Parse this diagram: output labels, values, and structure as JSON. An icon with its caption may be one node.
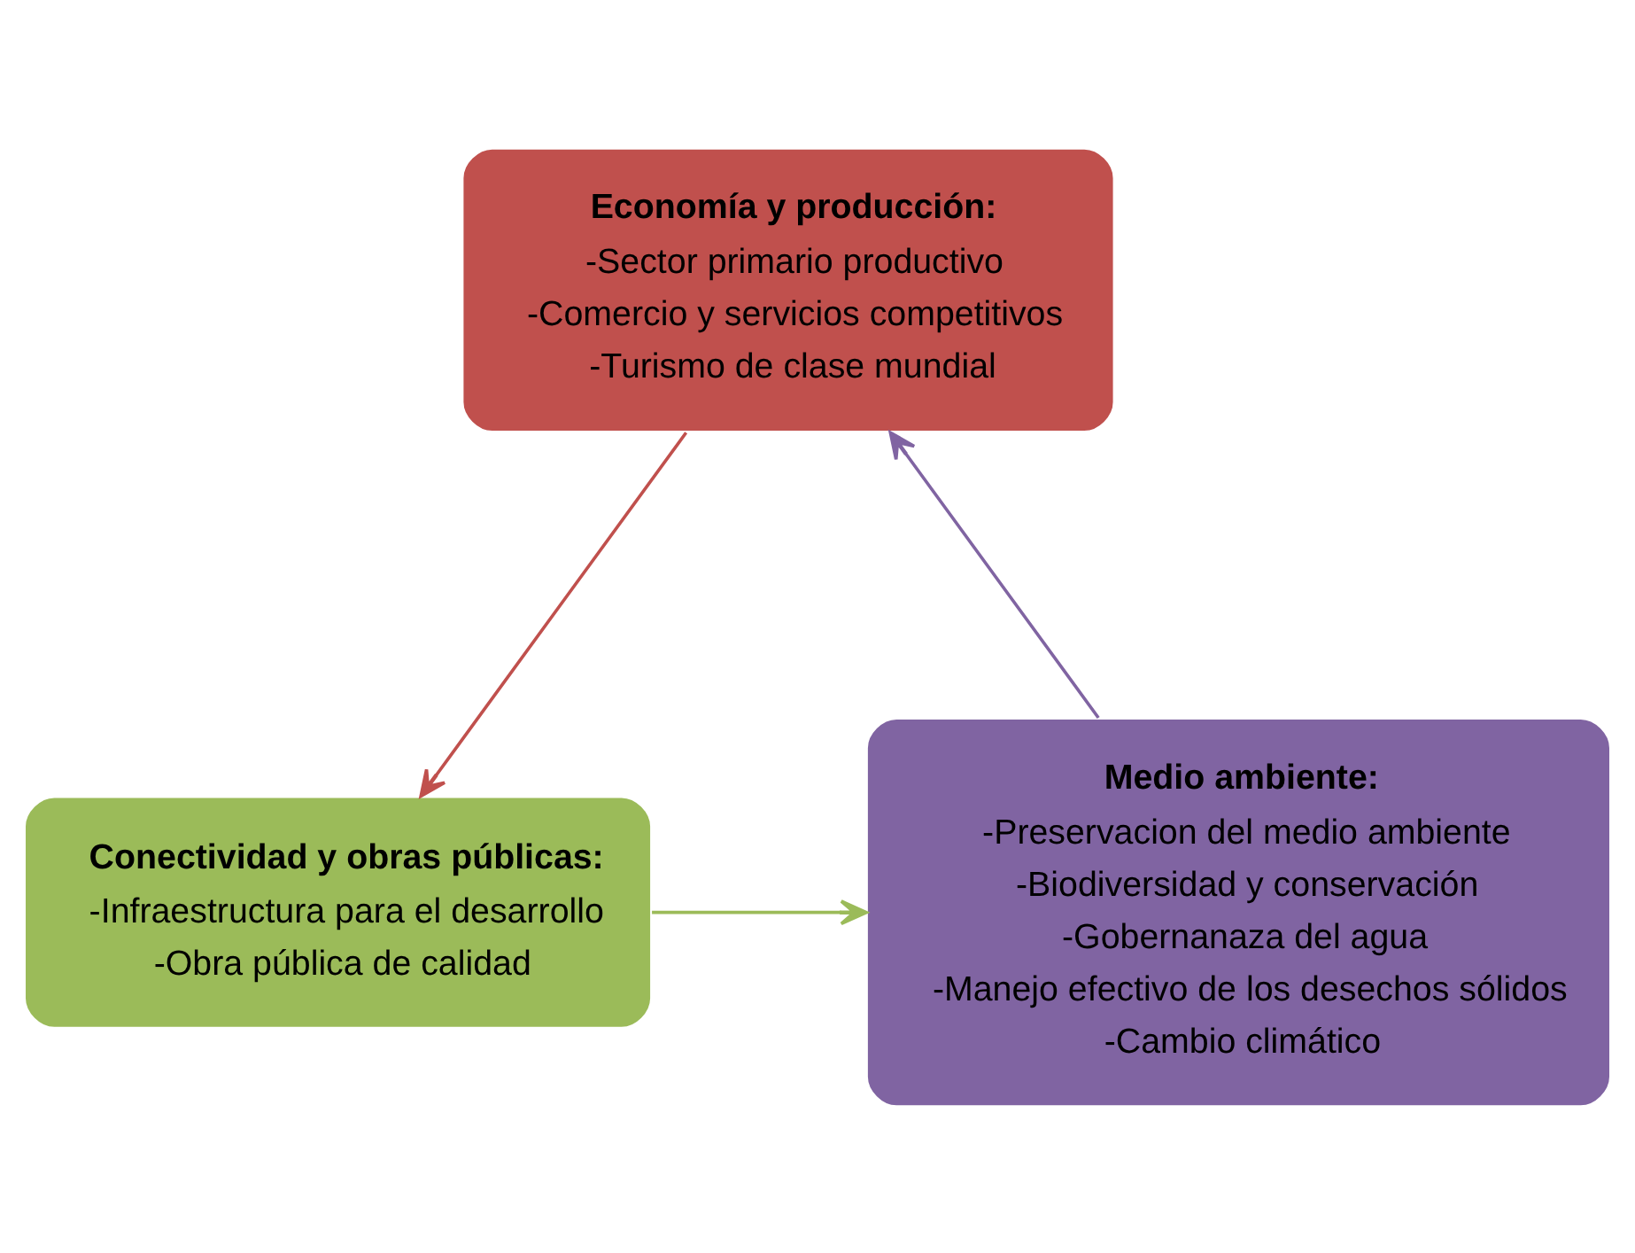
{
  "diagram": {
    "nodes": [
      {
        "text": [
          "Economía y producción:",
          "-Sector primario productivo",
          "-Comercio y servicios competitivos",
          "-Turismo de clase mundial"
        ]
      },
      {
        "text": [
          "Conectividad y obras públicas:",
          "-Infraestructura para el desarrollo",
          "-Obra pública de calidad"
        ]
      },
      {
        "text": [
          "Medio ambiente:",
          "-Preservacion del medio ambiente",
          "-Biodiversidad y conservación",
          "-Gobernanaza del agua",
          "-Manejo efectivo de los desechos sólidos",
          "-Cambio climático"
        ]
      }
    ],
    "edges": [
      {
        "from": 0,
        "to": 1,
        "arrow": "to",
        "color": "#c0504d"
      },
      {
        "from": 1,
        "to": 2,
        "arrow": "to",
        "color": "#9bbb59"
      },
      {
        "from": 2,
        "to": 0,
        "arrow": "to",
        "color": "#8064a2"
      }
    ]
  }
}
